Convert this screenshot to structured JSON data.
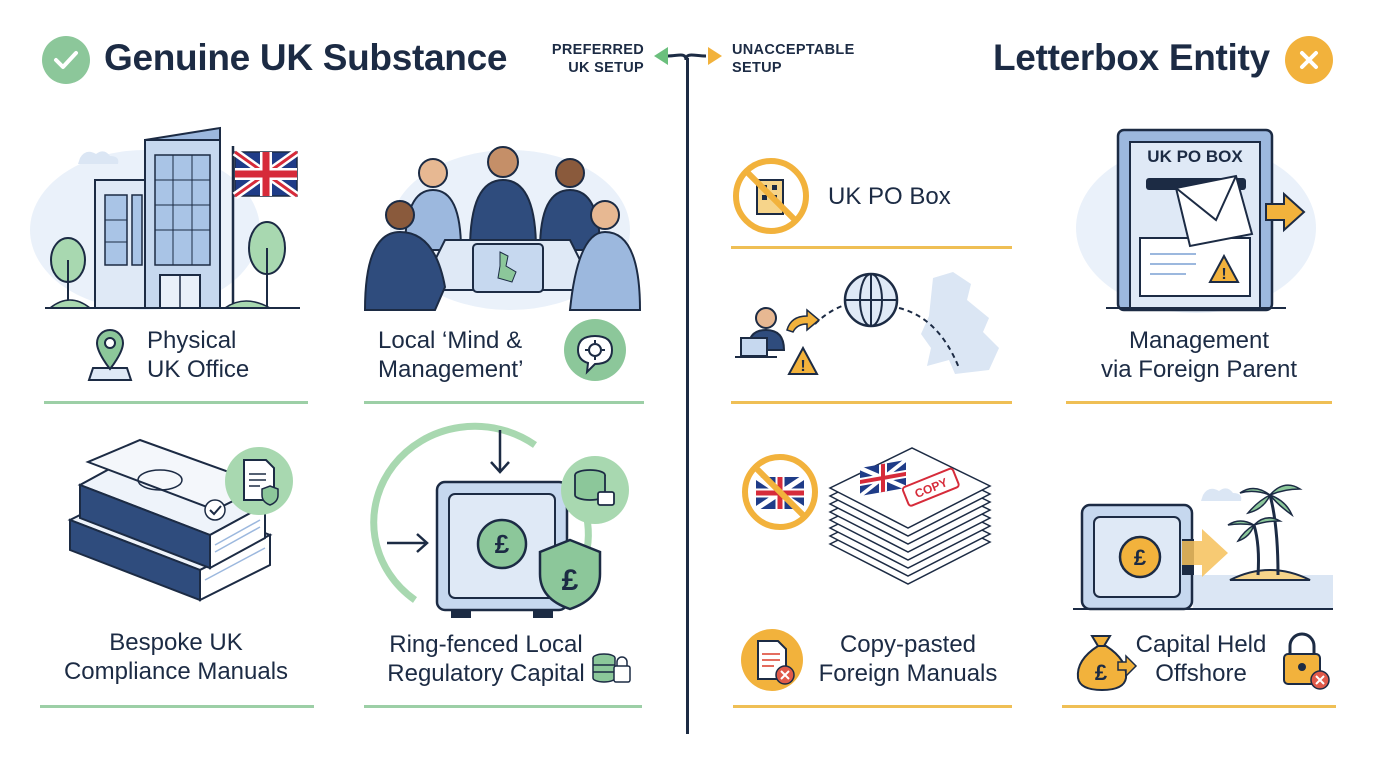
{
  "left": {
    "title": "Genuine UK Substance",
    "badge_icon": "check-icon",
    "accent": "#8cc79a",
    "items": [
      {
        "id": "office",
        "icon": "map-pin-icon",
        "line1": "Physical",
        "line2": "UK Office"
      },
      {
        "id": "mind",
        "icon": "speech-gear-icon",
        "line1": "Local ‘Mind &",
        "line2": "Management’"
      },
      {
        "id": "manuals",
        "icon": "document-check-icon",
        "line1": "Bespoke UK",
        "line2": "Compliance Manuals"
      },
      {
        "id": "capital",
        "icon": "coins-lock-icon",
        "line1": "Ring-fenced Local",
        "line2": "Regulatory Capital"
      }
    ]
  },
  "right": {
    "title": "Letterbox Entity",
    "badge_icon": "cross-icon",
    "accent": "#f2b23c",
    "items": [
      {
        "id": "pobox",
        "icon": "no-building-icon",
        "line1": "UK PO Box"
      },
      {
        "id": "remote",
        "icon": "remote-worker-warning-icon"
      },
      {
        "id": "foreign-mgmt",
        "line1": "Management",
        "line2": "via Foreign Parent",
        "sign": "UK PO BOX"
      },
      {
        "id": "copy-manuals",
        "icon": "document-error-icon",
        "line1": "Copy-pasted",
        "line2": "Foreign Manuals",
        "stamp": "COPY"
      },
      {
        "id": "offshore",
        "icon": "money-bag-icon",
        "line1": "Capital Held",
        "line2": "Offshore"
      }
    ]
  },
  "center": {
    "preferred_line1": "PREFERRED",
    "preferred_line2": "UK SETUP",
    "unacceptable_line1": "UNACCEPTABLE",
    "unacceptable_line2": "SETUP",
    "preferred_color": "#6bbf7d",
    "unacceptable_color": "#f2b23c"
  },
  "colors": {
    "navy": "#1c2b44",
    "green_rule": "#9ccfa6",
    "gold_rule": "#efbf55",
    "illustration_blue": "#c9d9ee"
  }
}
